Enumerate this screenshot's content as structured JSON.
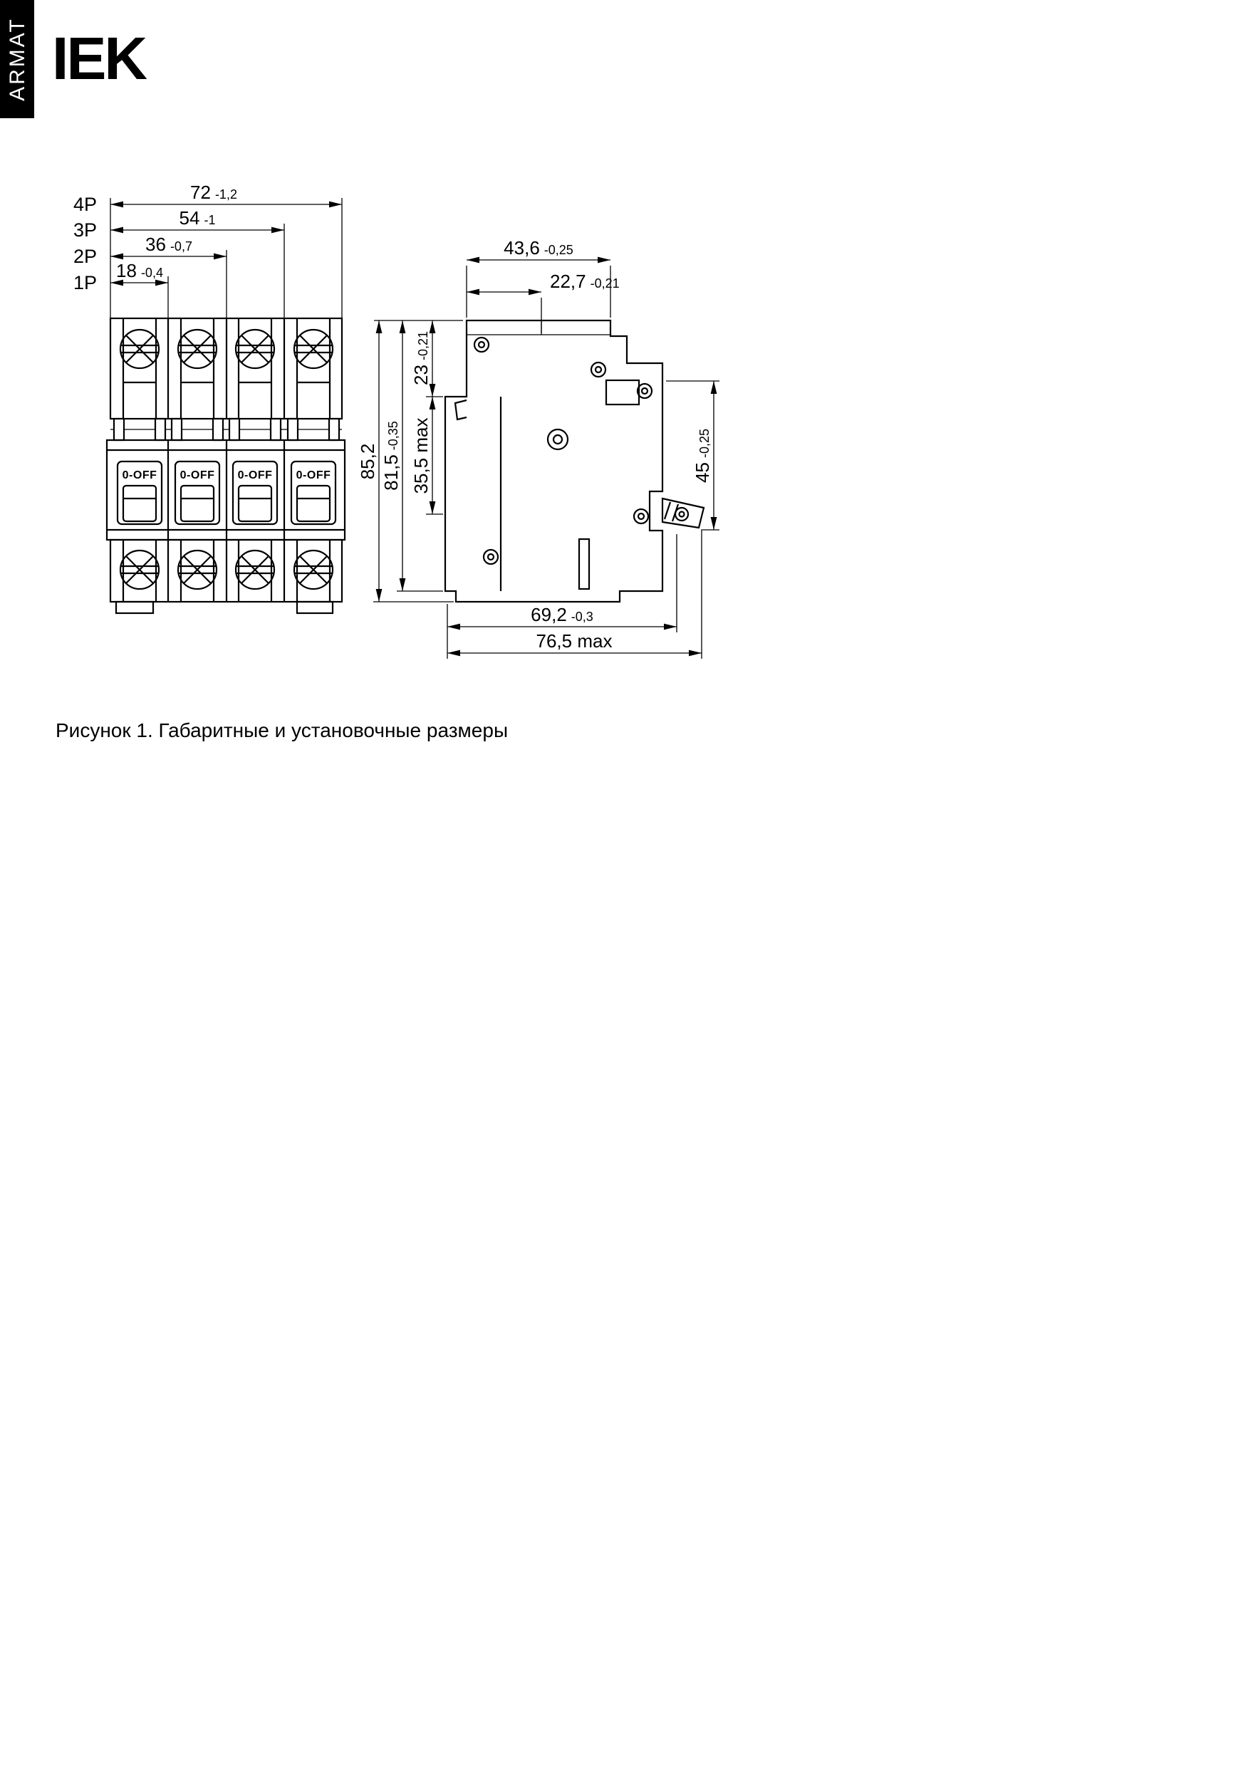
{
  "brand": {
    "logo": "IEK",
    "product_line": "ARMAT"
  },
  "figure": {
    "caption": "Рисунок 1. Габаритные и установочные размеры"
  },
  "front_view": {
    "switch_label": "0-OFF",
    "pole_dimensions": [
      {
        "pole": "4P",
        "value": "72",
        "tol": "-1,2"
      },
      {
        "pole": "3P",
        "value": "54",
        "tol": "-1"
      },
      {
        "pole": "2P",
        "value": "36",
        "tol": "-0,7"
      },
      {
        "pole": "1P",
        "value": "18",
        "tol": "-0,4"
      }
    ]
  },
  "side_view": {
    "top_width": {
      "value": "43,6",
      "tol": "-0,25"
    },
    "front_width": {
      "value": "22,7",
      "tol": "-0,21"
    },
    "top_step": {
      "value": "23",
      "tol": "-0,21"
    },
    "handle_zone": {
      "value": "35,5 max"
    },
    "body_height": {
      "value": "81,5",
      "tol": "-0,35"
    },
    "total_height": {
      "value": "85,2"
    },
    "mount_height": {
      "value": "45",
      "tol": "-0,25"
    },
    "depth": {
      "value": "69,2",
      "tol": "-0,3"
    },
    "total_depth": {
      "value": "76,5 max"
    }
  }
}
